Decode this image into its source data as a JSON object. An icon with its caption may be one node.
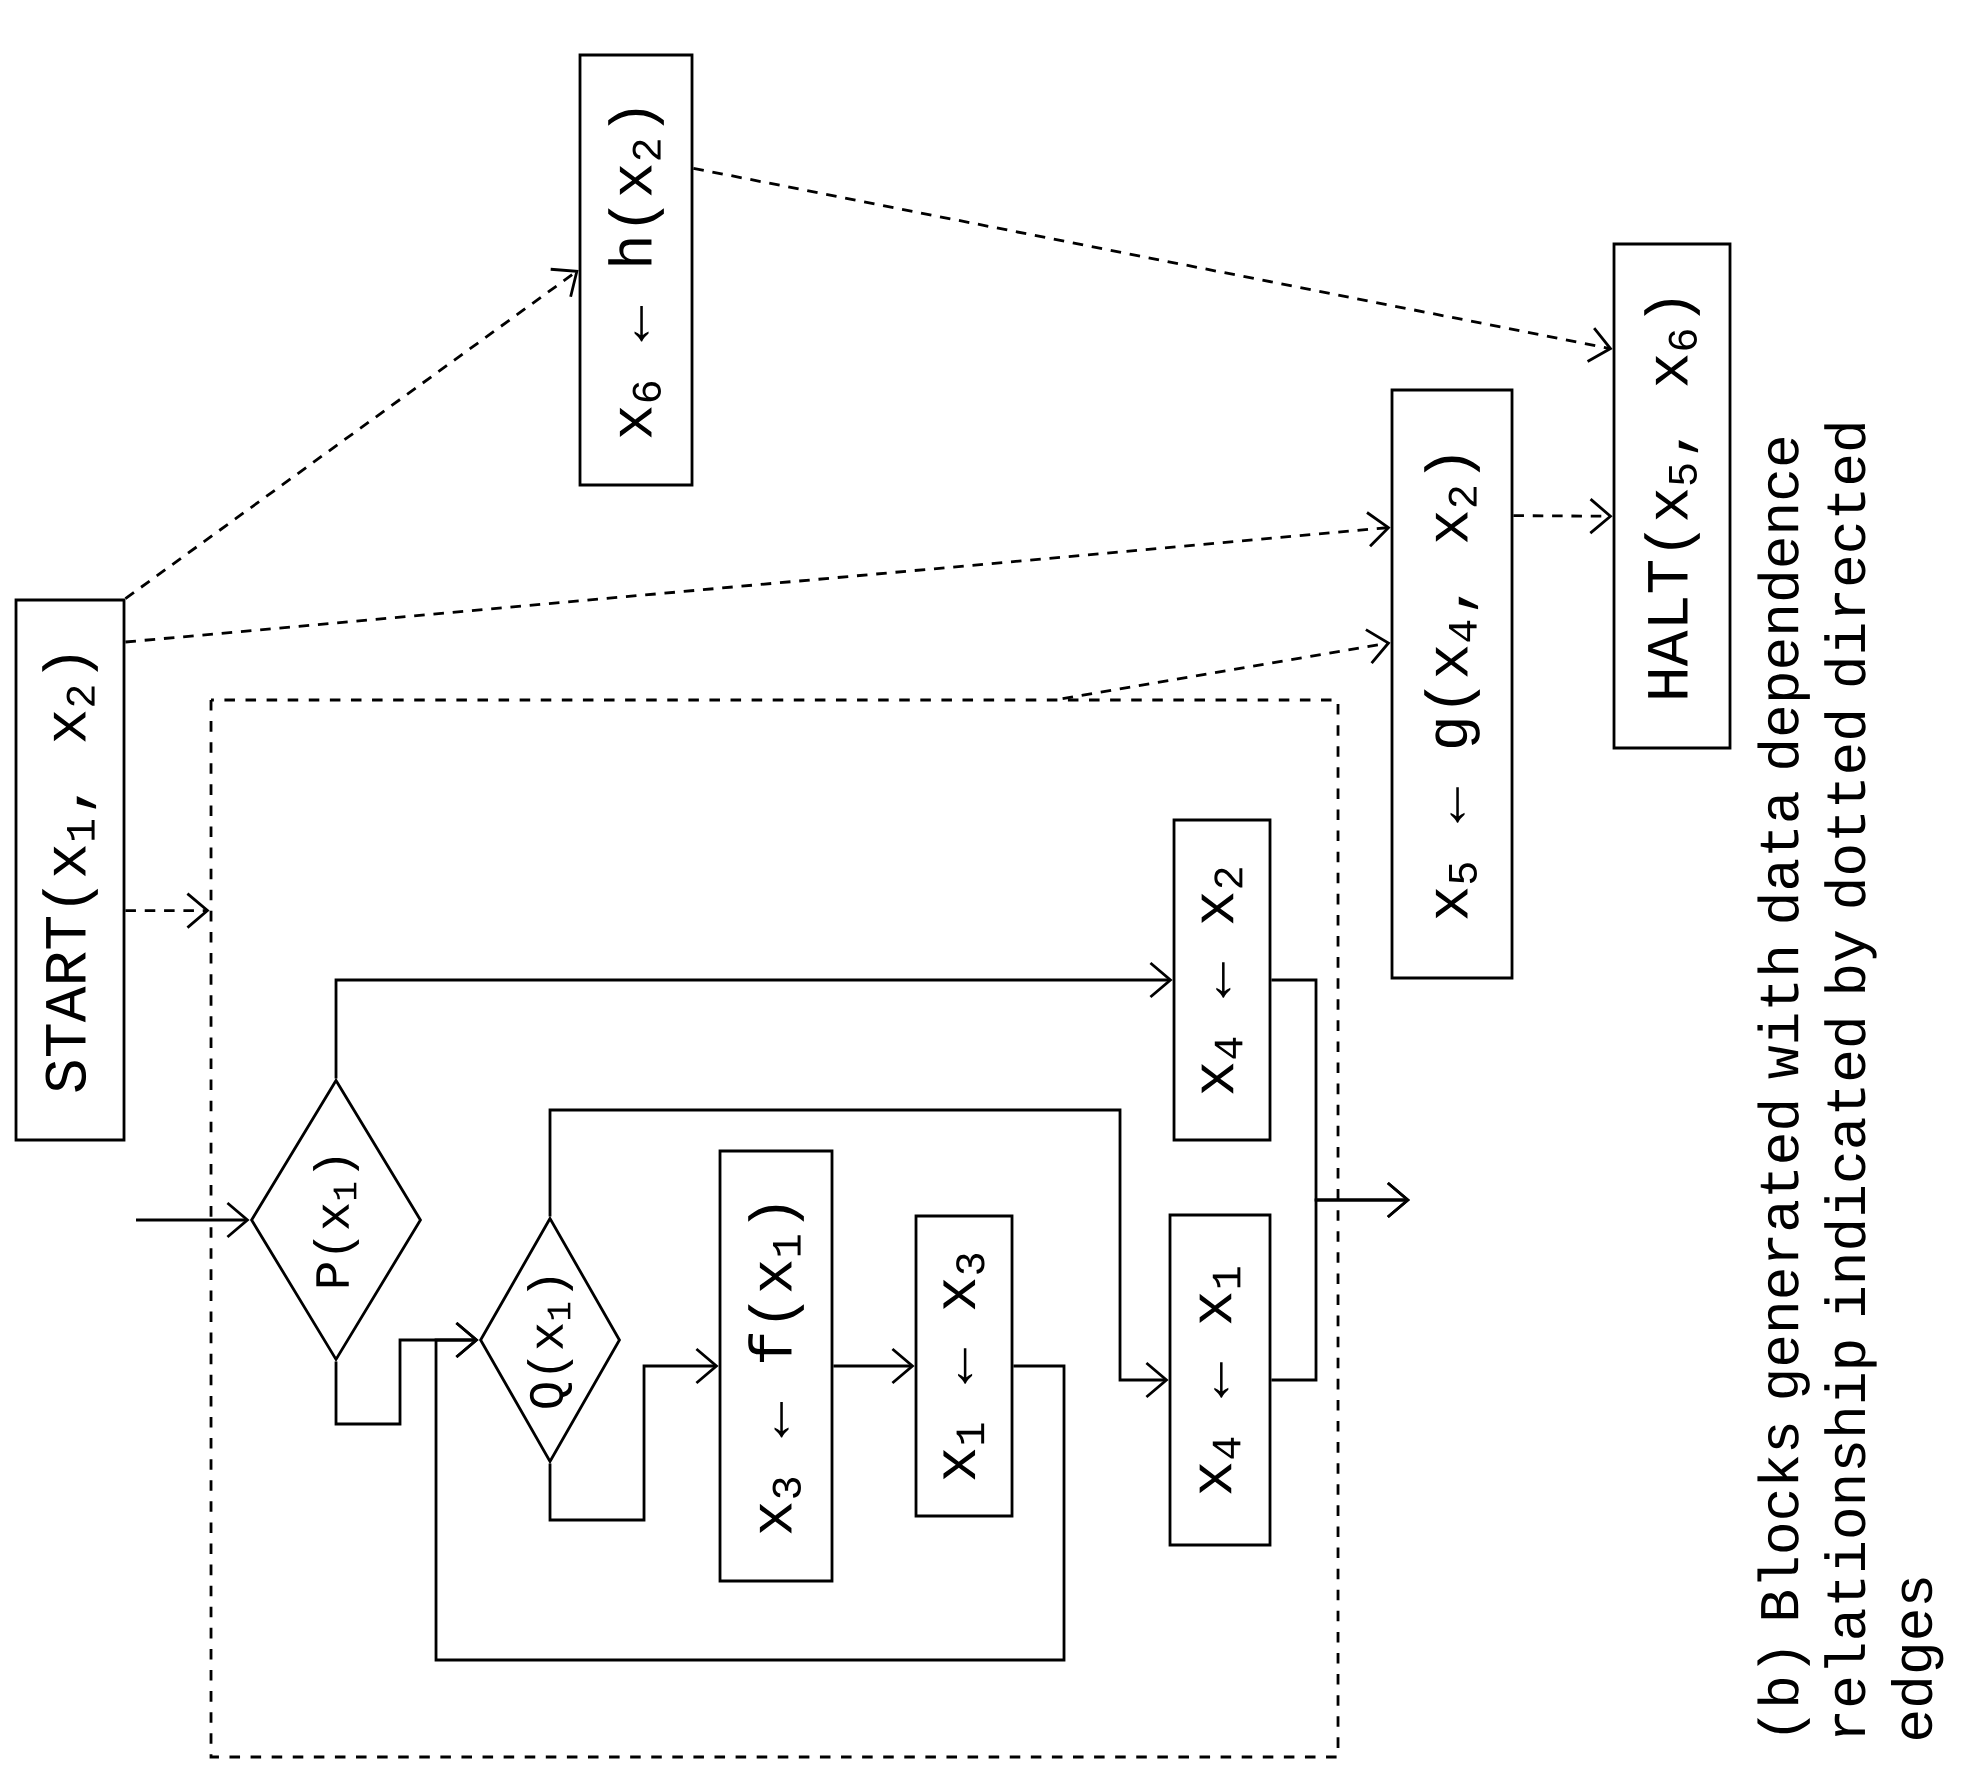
{
  "diagram": {
    "caption": "(b) Blocks generated with data dependence relationship indicated by dotted directed edges",
    "nodes": [
      {
        "text": [
          "START(x$_{1}$, x$_{2}$)"
        ]
      },
      {
        "text": [
          "x$_{6}$ ← h(x$_{2}$)"
        ]
      },
      {
        "text": [],
        "shape": "box"
      },
      {
        "text": [
          "P(x$_{1}$)"
        ],
        "in": 2
      },
      {
        "text": [
          "Q(x$_{1}$)"
        ],
        "in": 2
      },
      {
        "text": [
          "x$_{3}$ ← f(x$_{1}$)"
        ],
        "in": 2
      },
      {
        "text": [
          "x$_{1}$ ← x$_{3}$"
        ],
        "in": 2
      },
      {
        "text": [
          "x$_{4}$ ← x$_{2}$"
        ],
        "in": 2
      },
      {
        "text": [
          "x$_{4}$ ← x$_{1}$"
        ],
        "in": 2
      },
      {
        "text": [
          "x$_{5}$ ← g(x$_{4}$, x$_{2}$)"
        ]
      },
      {
        "text": [
          "HALT(x$_{5}$, x$_{6}$)"
        ]
      }
    ],
    "edges": [
      {
        "from": null,
        "to": 3,
        "arrow": "to"
      },
      {
        "from": 3,
        "to": 7,
        "arrow": "to"
      },
      {
        "from": 3,
        "to": 4,
        "arrow": "to"
      },
      {
        "from": 4,
        "to": 8,
        "arrow": "to"
      },
      {
        "from": 4,
        "to": 5,
        "arrow": "to"
      },
      {
        "from": 5,
        "to": 6,
        "arrow": "to"
      },
      {
        "from": 6,
        "to": 4,
        "arrow": "to"
      },
      {
        "from": 7,
        "to": null,
        "arrow": "to"
      },
      {
        "from": 8,
        "to": null,
        "arrow": "to"
      },
      {
        "from": 0,
        "to": 1,
        "arrow": "to",
        "style": "dashed"
      },
      {
        "from": 0,
        "to": 9,
        "arrow": "to",
        "style": "dashed"
      },
      {
        "from": 0,
        "to": 2,
        "arrow": "to",
        "style": "dashed"
      },
      {
        "from": 2,
        "to": 9,
        "arrow": "to",
        "style": "dashed"
      },
      {
        "from": 1,
        "to": 10,
        "arrow": "to",
        "style": "dashed"
      },
      {
        "from": 9,
        "to": 10,
        "arrow": "to",
        "style": "dashed"
      }
    ]
  }
}
